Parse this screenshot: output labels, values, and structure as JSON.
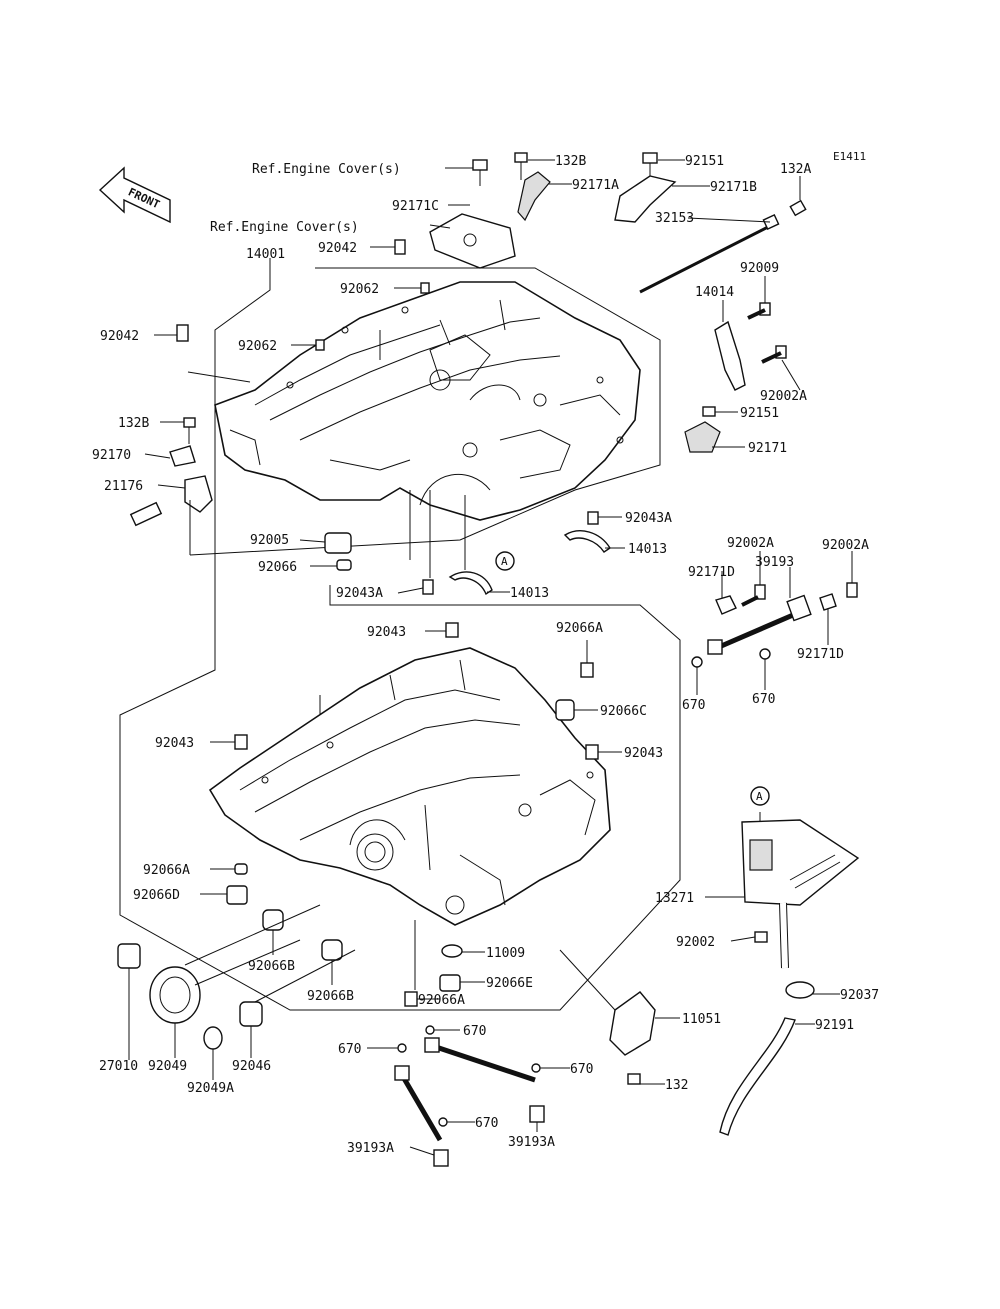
{
  "diagram_code": "E1411",
  "front_label": "FRONT",
  "callouts": {
    "ref_engine_cover_1": "Ref.Engine Cover(s)",
    "ref_engine_cover_2": "Ref.Engine Cover(s)",
    "p132B_top": "132B",
    "p92151_top": "92151",
    "p132A": "132A",
    "p92171A": "92171A",
    "p92171B": "92171B",
    "p92171C": "92171C",
    "p32153": "32153",
    "p92042_top": "92042",
    "p14001": "14001",
    "p92009": "92009",
    "p14014": "14014",
    "p92062_a": "92062",
    "p92042_left": "92042",
    "p92062_b": "92062",
    "p92002A_right": "92002A",
    "p92151_mid": "92151",
    "p132B_left": "132B",
    "p92171": "92171",
    "p92170": "92170",
    "p21176": "21176",
    "p92043A_right": "92043A",
    "p14013_right": "14013",
    "p92005": "92005",
    "p92066_left": "92066",
    "p92043A_left": "92043A",
    "p14013_left": "14013",
    "p92002A_a": "92002A",
    "p92002A_b": "92002A",
    "p92171D_top": "92171D",
    "p39193": "39193",
    "p92171D_bottom": "92171D",
    "p670_a": "670",
    "p670_b": "670",
    "p92043_top": "92043",
    "p92066A_top": "92066A",
    "p92066C": "92066C",
    "p92043_left": "92043",
    "p92043_right": "92043",
    "p92066A_left": "92066A",
    "p92066D": "92066D",
    "p13271": "13271",
    "p92002": "92002",
    "p11009": "11009",
    "p92066E": "92066E",
    "p27010": "27010",
    "p92066B_a": "92066B",
    "p92066B_b": "92066B",
    "p92066A_bottom": "92066A",
    "p92037": "92037",
    "p11051": "11051",
    "p92191": "92191",
    "p92049": "92049",
    "p92046": "92046",
    "p92049A": "92049A",
    "p670_c": "670",
    "p670_d": "670",
    "p670_e": "670",
    "p670_f": "670",
    "p132": "132",
    "p39193A_left": "39193A",
    "p39193A_right": "39193A"
  },
  "reference_markers": {
    "marker_a_1": "A",
    "marker_a_2": "A"
  }
}
